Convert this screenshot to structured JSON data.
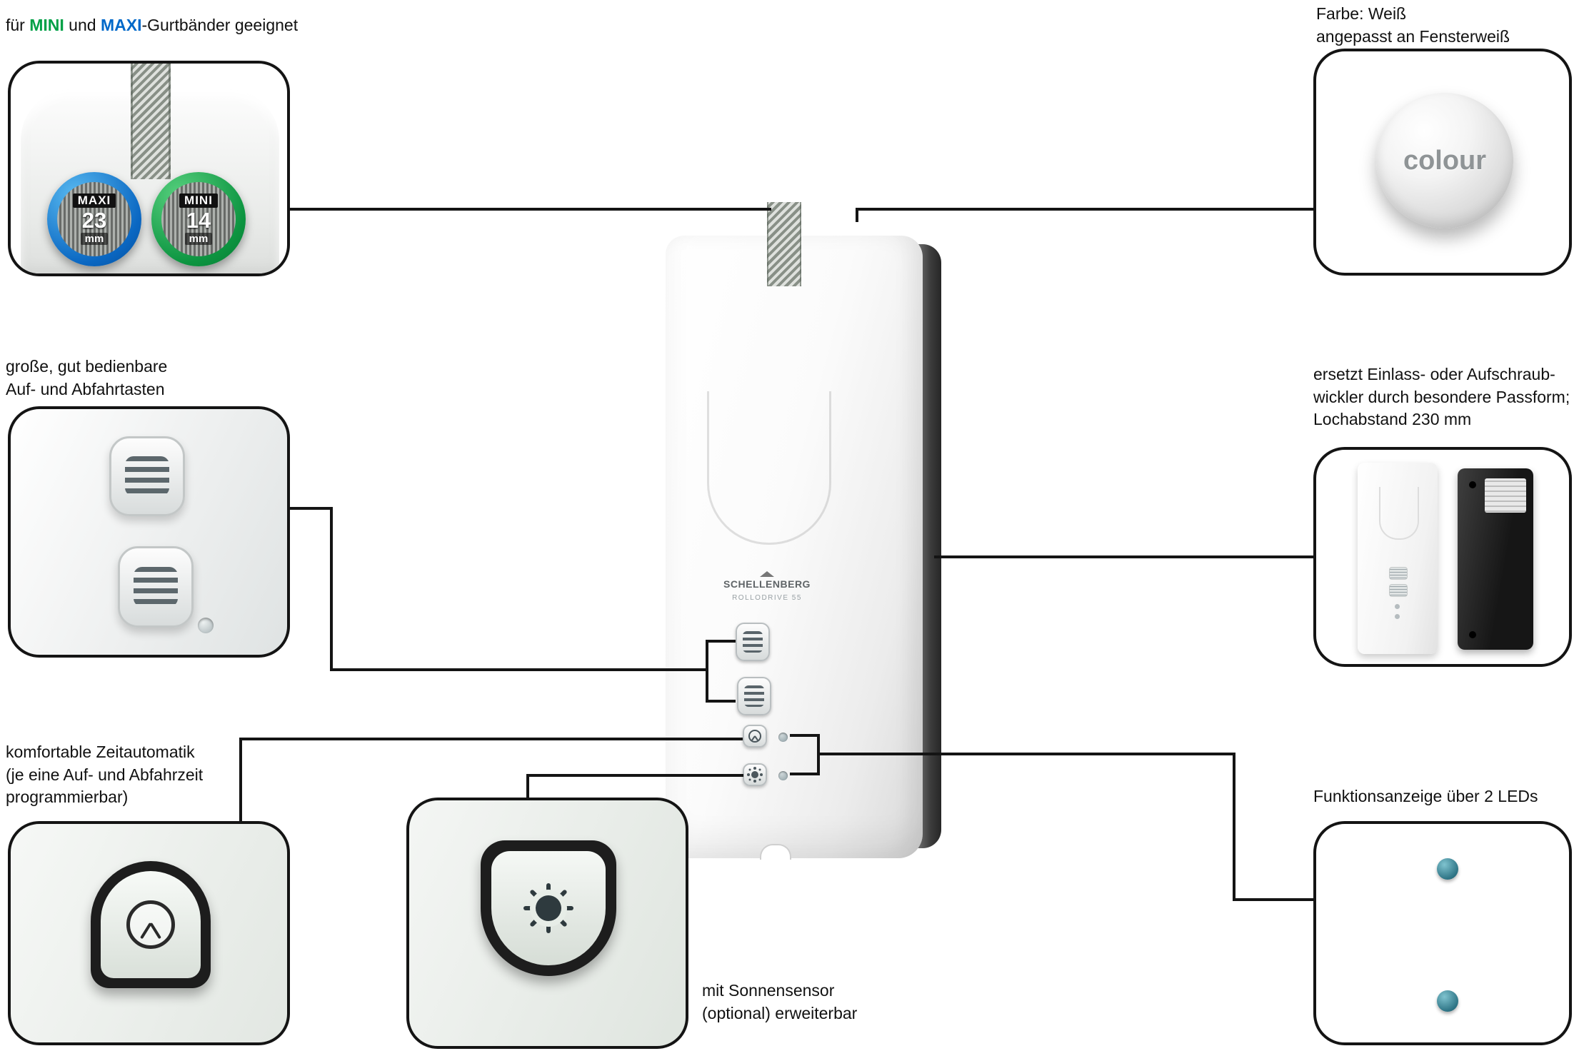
{
  "device": {
    "brand": "SCHELLENBERG",
    "model": "ROLLODRIVE 55"
  },
  "callout_belts": {
    "prefix": "für ",
    "mini": "MINI",
    "mid": " und ",
    "maxi": "MAXI",
    "suffix": "-Gurtbänder geeignet",
    "maxi_name": "MAXI",
    "maxi_size": "23",
    "maxi_unit": "mm",
    "mini_name": "MINI",
    "mini_size": "14",
    "mini_unit": "mm"
  },
  "callout_colour": {
    "line1": "Farbe: Weiß",
    "line2": "angepasst an Fensterweiß",
    "button": "colour"
  },
  "callout_buttons": {
    "line1": "große, gut bedienbare",
    "line2": "Auf- und Abfahrtasten"
  },
  "callout_fit": {
    "line1": "ersetzt Einlass- oder Aufschraub-",
    "line2": "wickler durch besondere Passform;",
    "line3": "Lochabstand 230 mm"
  },
  "callout_timer": {
    "line1": "komfortable Zeitautomatik",
    "line2": "(je eine Auf- und Abfahrzeit",
    "line3": "programmierbar)"
  },
  "callout_sun": {
    "line1": "mit Sonnensensor",
    "line2": "(optional) erweiterbar"
  },
  "callout_leds": {
    "label": "Funktionsanzeige über 2 LEDs"
  },
  "colors": {
    "mini_green": "#00a046",
    "maxi_blue": "#0068c9",
    "led_teal": "#2f7586",
    "outline": "#141414"
  }
}
